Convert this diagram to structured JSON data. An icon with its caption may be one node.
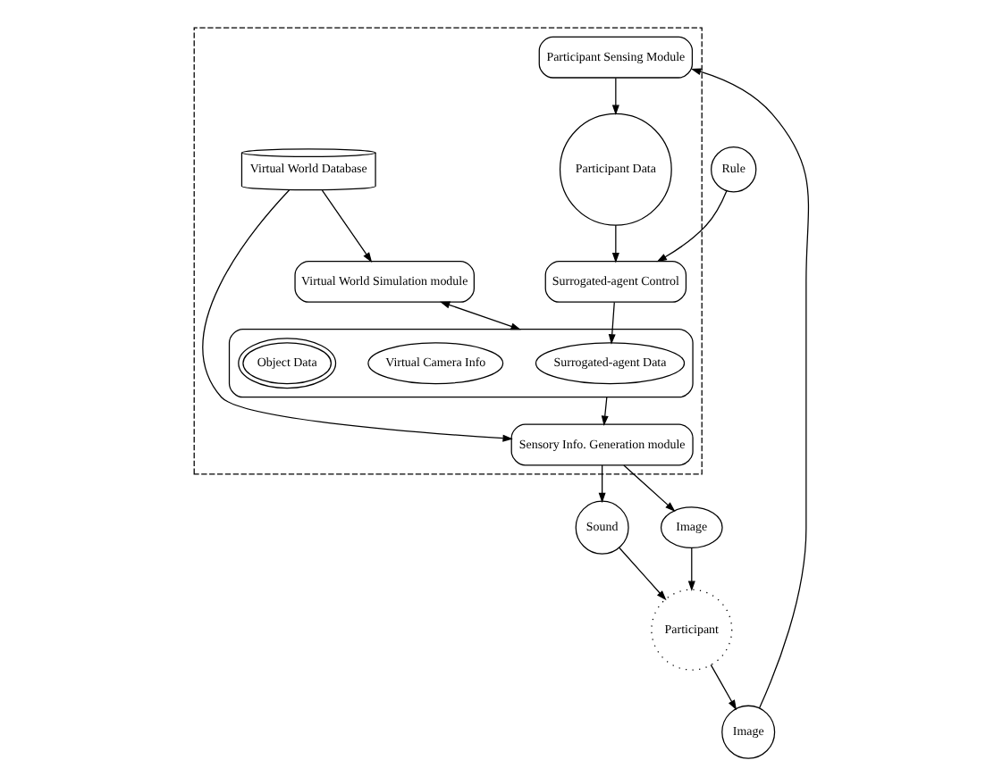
{
  "diagram": {
    "nodes": [
      {
        "text": [],
        "shape": "box"
      },
      {
        "text": [
          "Image"
        ]
      },
      {
        "text": [
          "Participant Sensing Module"
        ],
        "in": 0
      },
      {
        "text": [
          "Participant Data"
        ],
        "in": 0
      },
      {
        "text": [
          "Surrogated-agent Control"
        ],
        "in": 0
      },
      {
        "text": [
          "Rule"
        ]
      },
      {
        "text": [
          "Participant"
        ]
      },
      {
        "text": [
          "Virtual World Simulation module"
        ],
        "in": 0
      },
      {
        "text": [],
        "shape": "ellipse",
        "in": 0
      },
      {
        "text": [
          "Surrogated-agent Data"
        ],
        "in": 8
      },
      {
        "text": [
          "Virtual Camera Info"
        ],
        "in": 8
      },
      {
        "text": [
          "Object Data"
        ],
        "in": 8
      },
      {
        "text": [
          "Virtual World Database"
        ],
        "in": 0
      },
      {
        "text": [
          "Sound"
        ]
      },
      {
        "text": [
          "Image"
        ]
      },
      {
        "text": [
          "Sensory Info. Generation module"
        ],
        "in": 0
      }
    ],
    "edges": [
      {
        "from": 1,
        "to": 2,
        "arrow": "to"
      },
      {
        "from": 2,
        "to": 3,
        "arrow": "to"
      },
      {
        "from": 3,
        "to": 4,
        "arrow": "to"
      },
      {
        "from": 5,
        "to": 4,
        "arrow": "to"
      },
      {
        "from": 4,
        "to": 9,
        "arrow": "to"
      },
      {
        "from": 7,
        "to": 8,
        "arrow": "both"
      },
      {
        "from": 12,
        "to": 7,
        "arrow": "to"
      },
      {
        "from": 12,
        "to": 15,
        "arrow": "to"
      },
      {
        "from": 8,
        "to": 15,
        "arrow": "to"
      },
      {
        "from": 15,
        "to": 13,
        "arrow": "to"
      },
      {
        "from": 15,
        "to": 14,
        "arrow": "to"
      },
      {
        "from": 13,
        "to": 6,
        "arrow": "to"
      },
      {
        "from": 14,
        "to": 6,
        "arrow": "to"
      },
      {
        "from": 6,
        "to": 1,
        "arrow": "to"
      }
    ]
  }
}
